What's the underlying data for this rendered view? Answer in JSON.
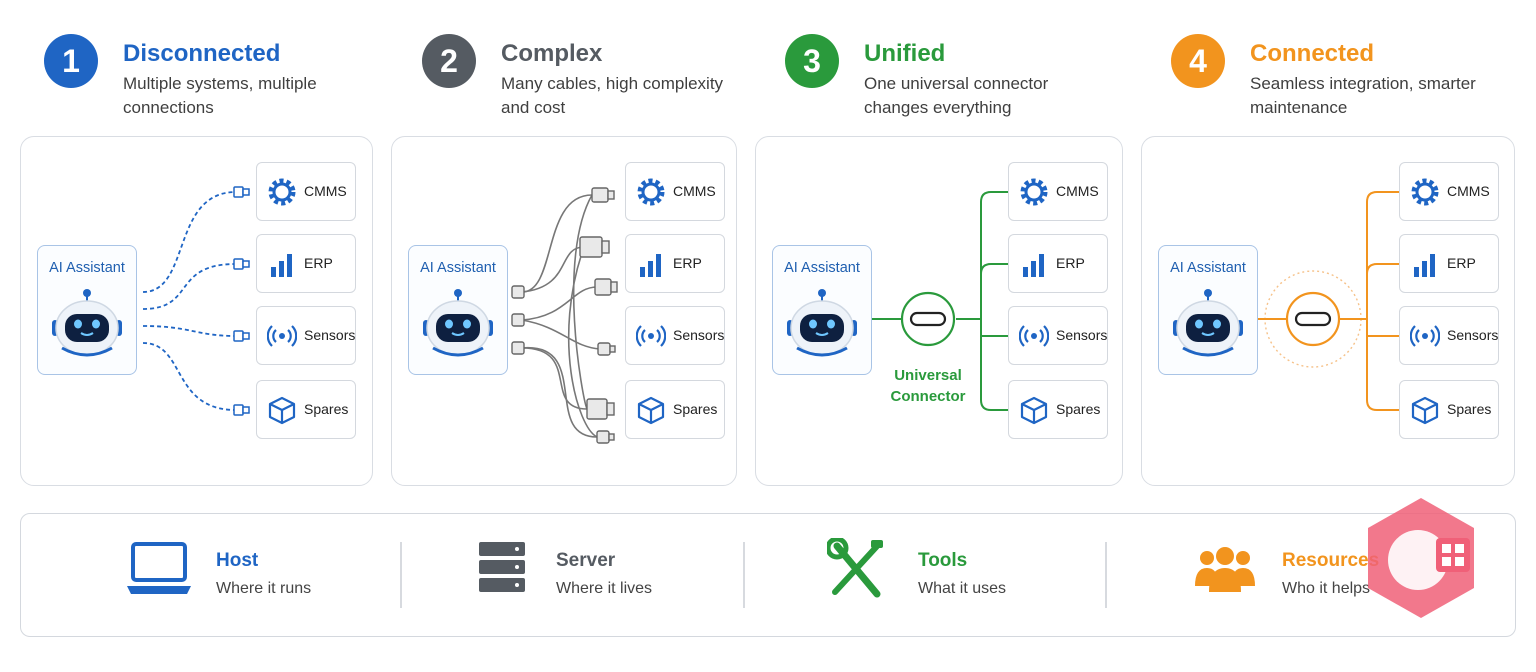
{
  "steps": [
    {
      "num": "1",
      "title": "Disconnected",
      "desc": "Multiple systems, multiple connections",
      "color": "#1f65c4"
    },
    {
      "num": "2",
      "title": "Complex",
      "desc": "Many cables, high complexity and cost",
      "color": "#555b62"
    },
    {
      "num": "3",
      "title": "Unified",
      "desc": "One universal connector changes everything",
      "color": "#2a9a3c"
    },
    {
      "num": "4",
      "title": "Connected",
      "desc": "Seamless integration, smarter maintenance",
      "color": "#f2941e"
    }
  ],
  "assistant_label": "AI Assistant",
  "systems": [
    "CMMS",
    "ERP",
    "Sensors",
    "Spares"
  ],
  "connector_label": "Universal Connector",
  "bottom": [
    {
      "title": "Host",
      "sub": "Where it runs",
      "color": "#1f65c4",
      "icon": "laptop-icon"
    },
    {
      "title": "Server",
      "sub": "Where it lives",
      "color": "#555b62",
      "icon": "server-icon"
    },
    {
      "title": "Tools",
      "sub": "What it uses",
      "color": "#2a9a3c",
      "icon": "tools-icon"
    },
    {
      "title": "Resources",
      "sub": "Who it helps",
      "color": "#f2941e",
      "icon": "people-icon"
    }
  ]
}
